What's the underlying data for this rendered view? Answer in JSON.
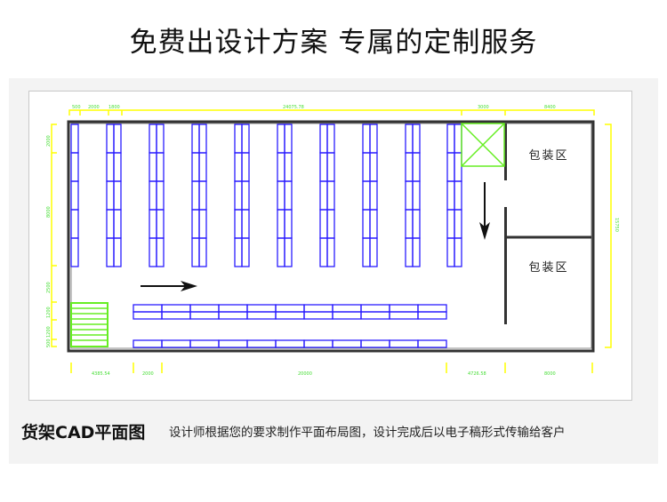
{
  "header": {
    "title": "免费出设计方案 专属的定制服务"
  },
  "drawing": {
    "zones": [
      "包装区",
      "包装区"
    ],
    "dimensions": {
      "top": [
        "500",
        "2000",
        "1800",
        "24075.78",
        "3000",
        "8400"
      ],
      "left": [
        "2000",
        "8000",
        "2500",
        "1200",
        "1200",
        "500"
      ],
      "right": [
        "15750"
      ],
      "bottom": [
        "4385.54",
        "2000",
        "20000",
        "4726.58",
        "8000"
      ]
    },
    "colors": {
      "rack": "#2a1cff",
      "dimension": "#ffff00",
      "stair": "#66ee22",
      "wall": "#333333"
    }
  },
  "footer": {
    "caption": "货架CAD平面图",
    "description": "设计师根据您的要求制作平面布局图，设计完成后以电子稿形式传输给客户"
  }
}
